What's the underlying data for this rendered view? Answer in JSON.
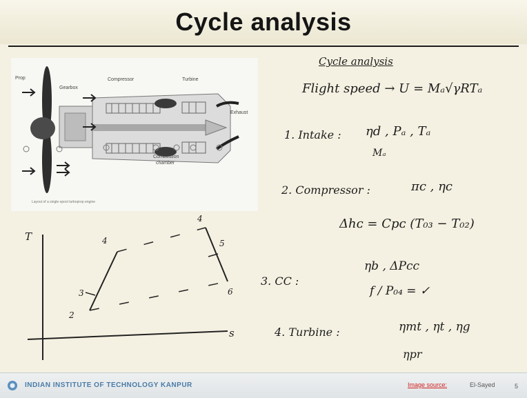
{
  "slide": {
    "title": "Cycle analysis"
  },
  "engine_figure": {
    "labels": {
      "prop": "Prop",
      "gearbox": "Gearbox",
      "compressor": "Compressor",
      "turbine": "Turbine",
      "exhaust": "Exhaust",
      "combustion": "Combustion",
      "chamber": "chamber"
    },
    "caption": "Layout of a single-spool turboprop engine"
  },
  "ts_diagram": {
    "y_axis": "T",
    "x_axis": "s",
    "points": {
      "p2": "2",
      "p3": "3",
      "p4": "4",
      "p5": "5",
      "p6": "6"
    }
  },
  "notes": {
    "heading": "Cycle analysis",
    "flight": "Flight speed → U = Mₐ√γRTₐ",
    "intake_label": "1. Intake :",
    "intake_vals": "ηd , Pₐ , Tₐ",
    "intake_m": "Mₐ",
    "comp_label": "2. Compressor :",
    "comp_vals": "πc , ηc",
    "work": "Δhᴄ = Cpᴄ (T₀₃ − T₀₂)",
    "cc_label": "3. CC :",
    "cc_vals": "ηb , ΔPcc",
    "cc_fuel": "f / P₀₄ = ✓",
    "turb_label": "4. Turbine :",
    "turb_vals": "ηmt , ηt , ηg",
    "turb_last": "ηpr"
  },
  "footer": {
    "institute": "INDIAN INSTITUTE OF TECHNOLOGY KANPUR",
    "source_label": "Image source:",
    "source_name": "El-Sayed",
    "page": "5"
  },
  "colors": {
    "background": "#f4f1e2",
    "footer_text": "#4a7ba8",
    "source_link": "#d42020"
  }
}
